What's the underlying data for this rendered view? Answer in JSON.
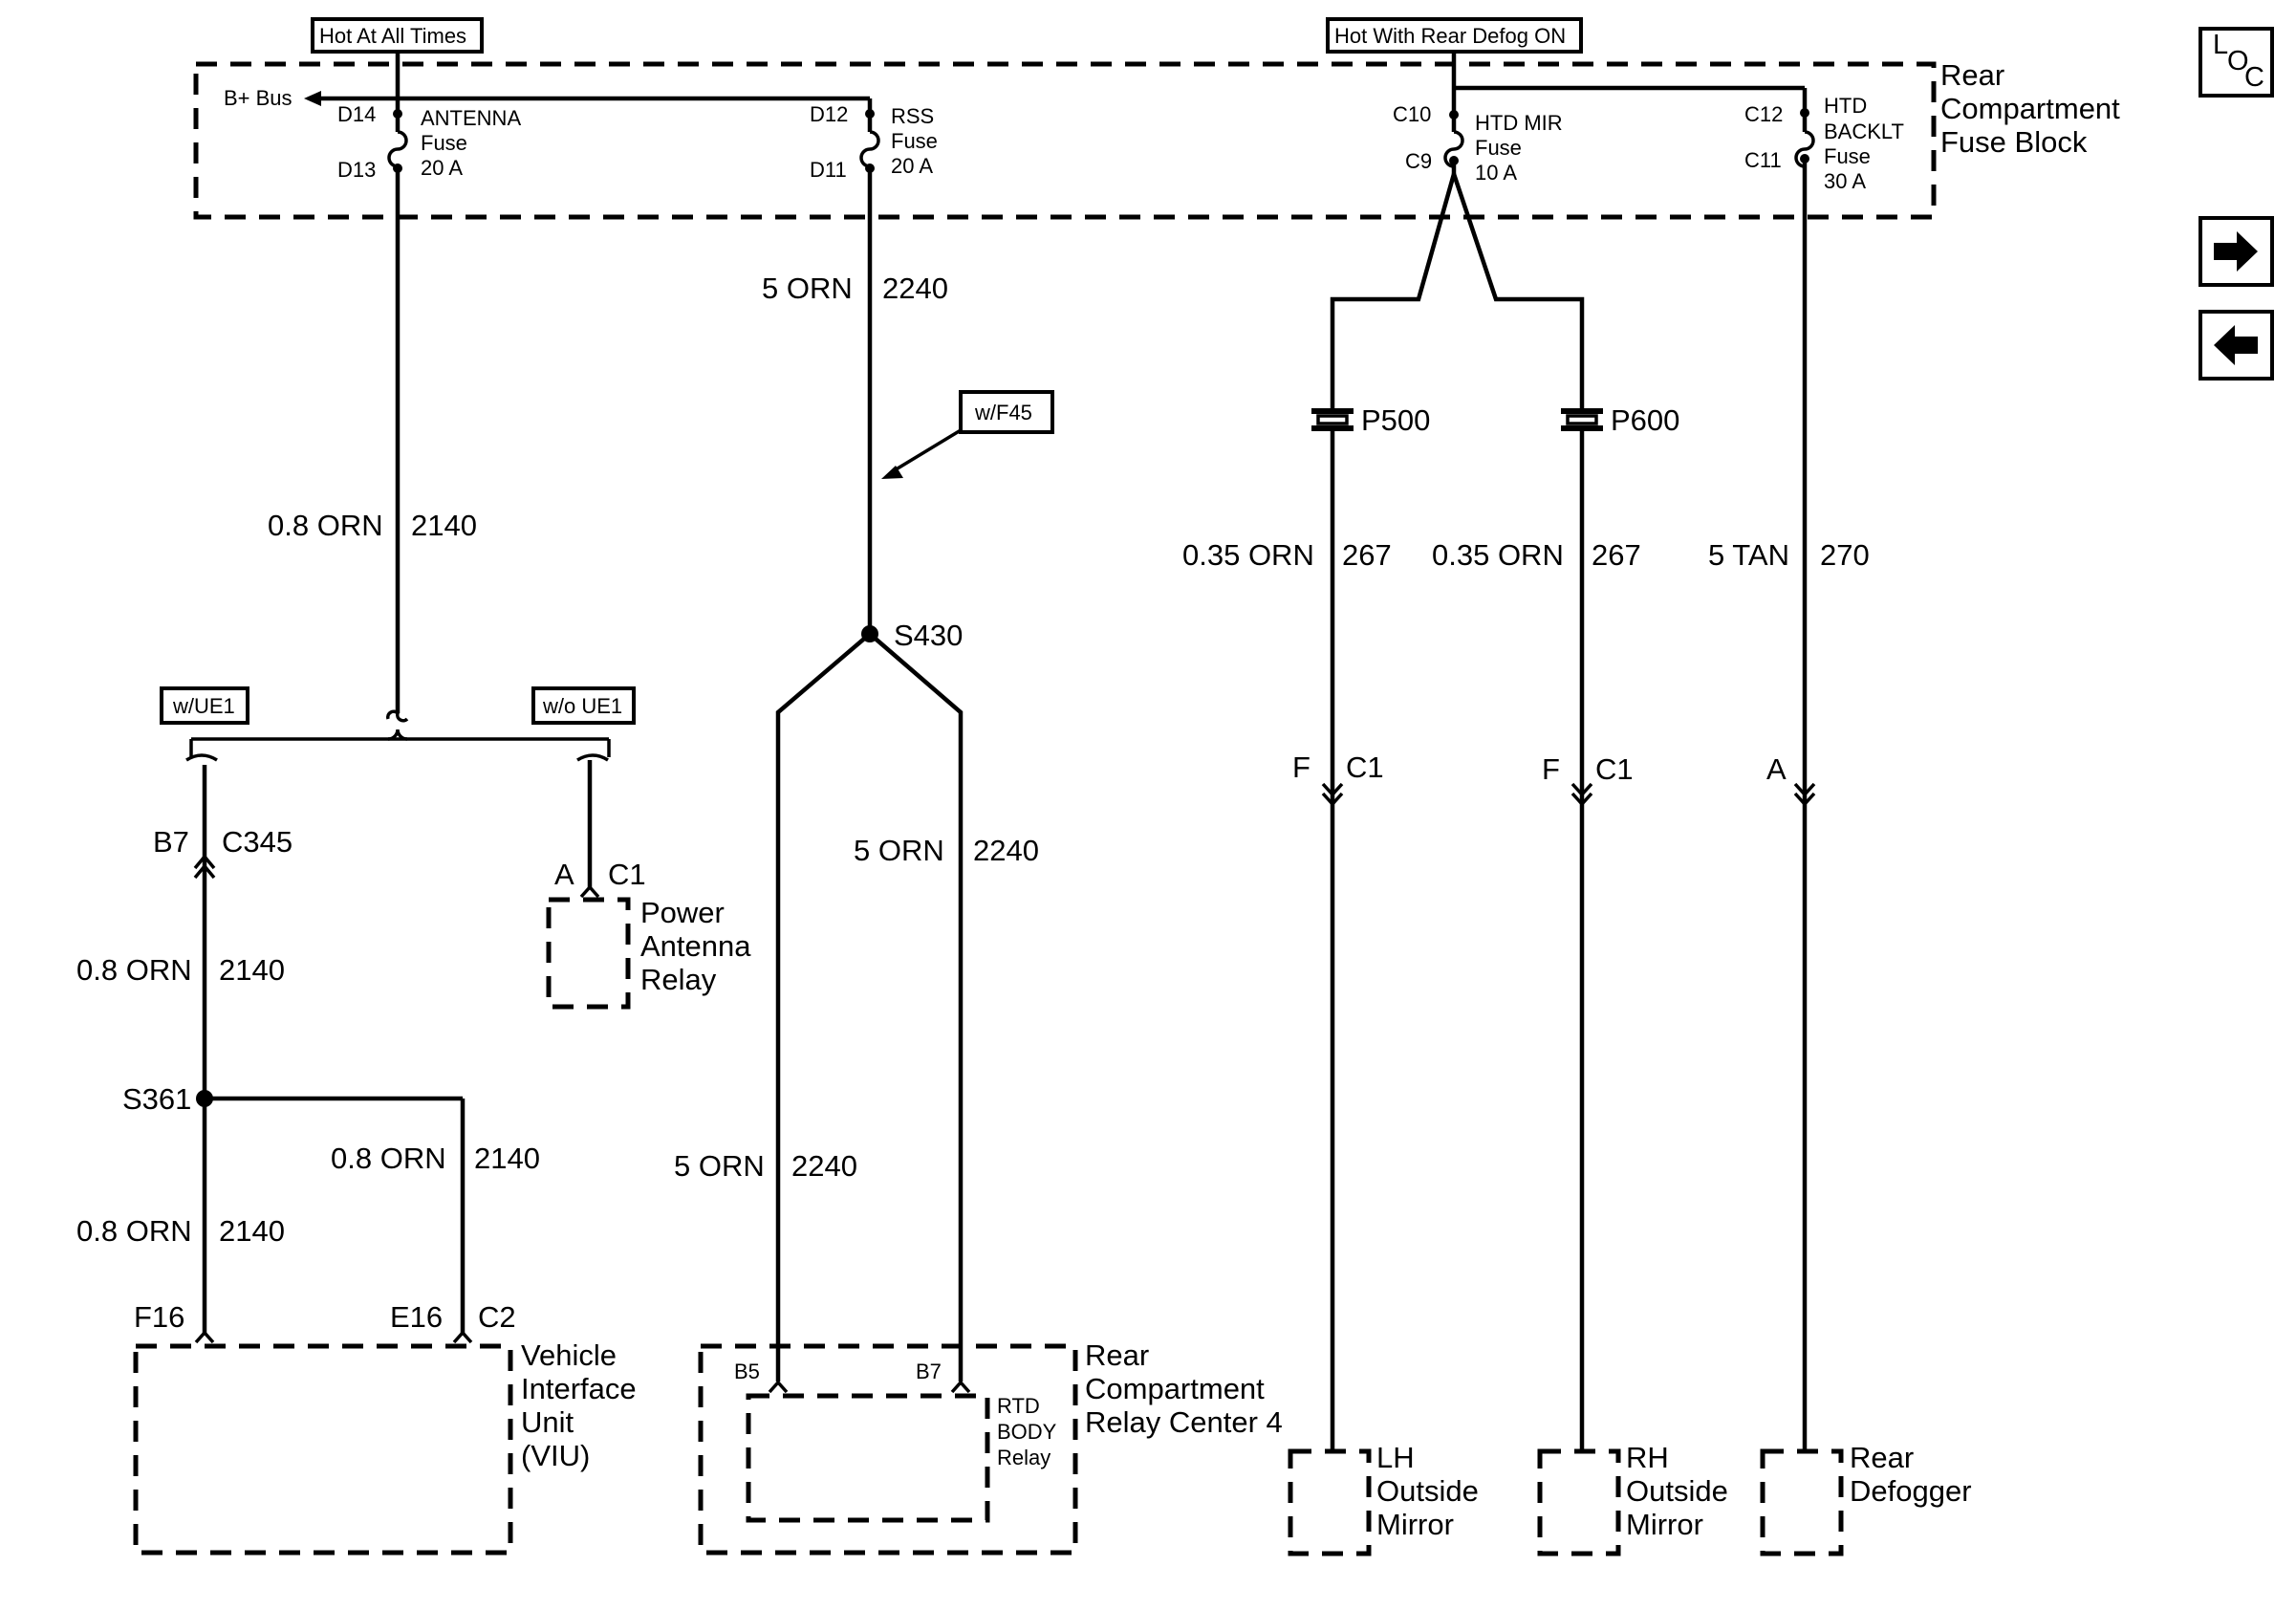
{
  "header": {
    "hot_at_all_times": "Hot At All Times",
    "hot_with_rear_defog": "Hot With Rear Defog ON"
  },
  "fuse_block": {
    "title_line1": "Rear",
    "title_line2": "Compartment",
    "title_line3": "Fuse Block",
    "bplus_bus": "B+ Bus",
    "antenna": {
      "top_pin": "D14",
      "bottom_pin": "D13",
      "name": "ANTENNA",
      "type": "Fuse",
      "rating": "20 A"
    },
    "rss": {
      "top_pin": "D12",
      "bottom_pin": "D11",
      "name": "RSS",
      "type": "Fuse",
      "rating": "20 A"
    },
    "htd_mir": {
      "top_pin": "C10",
      "bottom_pin": "C9",
      "name": "HTD MIR",
      "type": "Fuse",
      "rating": "10 A"
    },
    "htd_backlt": {
      "top_pin": "C12",
      "bottom_pin": "C11",
      "name_line1": "HTD",
      "name_line2": "BACKLT",
      "type": "Fuse",
      "rating": "30 A"
    }
  },
  "wires": {
    "antenna_main": {
      "gauge": "0.8 ORN",
      "circuit": "2140"
    },
    "rss_main": {
      "gauge": "5 ORN",
      "circuit": "2240"
    },
    "rss_right": {
      "gauge": "5 ORN",
      "circuit": "2240"
    },
    "rss_left": {
      "gauge": "5 ORN",
      "circuit": "2240"
    },
    "viu_upper": {
      "gauge": "0.8 ORN",
      "circuit": "2140"
    },
    "viu_branch": {
      "gauge": "0.8 ORN",
      "circuit": "2140"
    },
    "viu_lower": {
      "gauge": "0.8 ORN",
      "circuit": "2140"
    },
    "lh_mirror": {
      "gauge": "0.35 ORN",
      "circuit": "267"
    },
    "rh_mirror": {
      "gauge": "0.35 ORN",
      "circuit": "267"
    },
    "defogger": {
      "gauge": "5 TAN",
      "circuit": "270"
    }
  },
  "options": {
    "w_f45": "w/F45",
    "w_ue1": "w/UE1",
    "wo_ue1": "w/o UE1"
  },
  "splices": {
    "s430": "S430",
    "s361": "S361"
  },
  "connectors": {
    "p500": "P500",
    "p600": "P600",
    "viu_c345_pin": "B7",
    "viu_c345": "C345",
    "relay_pin": "A",
    "relay_conn": "C1",
    "viu_f16": "F16",
    "viu_e16": "E16",
    "viu_c2": "C2",
    "rcrc_b5": "B5",
    "rcrc_b7": "B7",
    "lh_pin": "F",
    "lh_conn": "C1",
    "rh_pin": "F",
    "rh_conn": "C1",
    "defog_pin": "A"
  },
  "components": {
    "power_antenna_relay": [
      "Power",
      "Antenna",
      "Relay"
    ],
    "viu": [
      "Vehicle",
      "Interface",
      "Unit",
      "(VIU)"
    ],
    "rcrc": [
      "Rear",
      "Compartment",
      "Relay Center 4"
    ],
    "rtd_body_relay": [
      "RTD",
      "BODY",
      "Relay"
    ],
    "lh_mirror": [
      "LH",
      "Outside",
      "Mirror"
    ],
    "rh_mirror": [
      "RH",
      "Outside",
      "Mirror"
    ],
    "rear_defogger": [
      "Rear",
      "Defogger"
    ]
  },
  "nav": {
    "loc_l": "L",
    "loc_o": "O",
    "loc_c": "C",
    "next_icon": "right-arrow-icon",
    "prev_icon": "left-arrow-icon"
  }
}
